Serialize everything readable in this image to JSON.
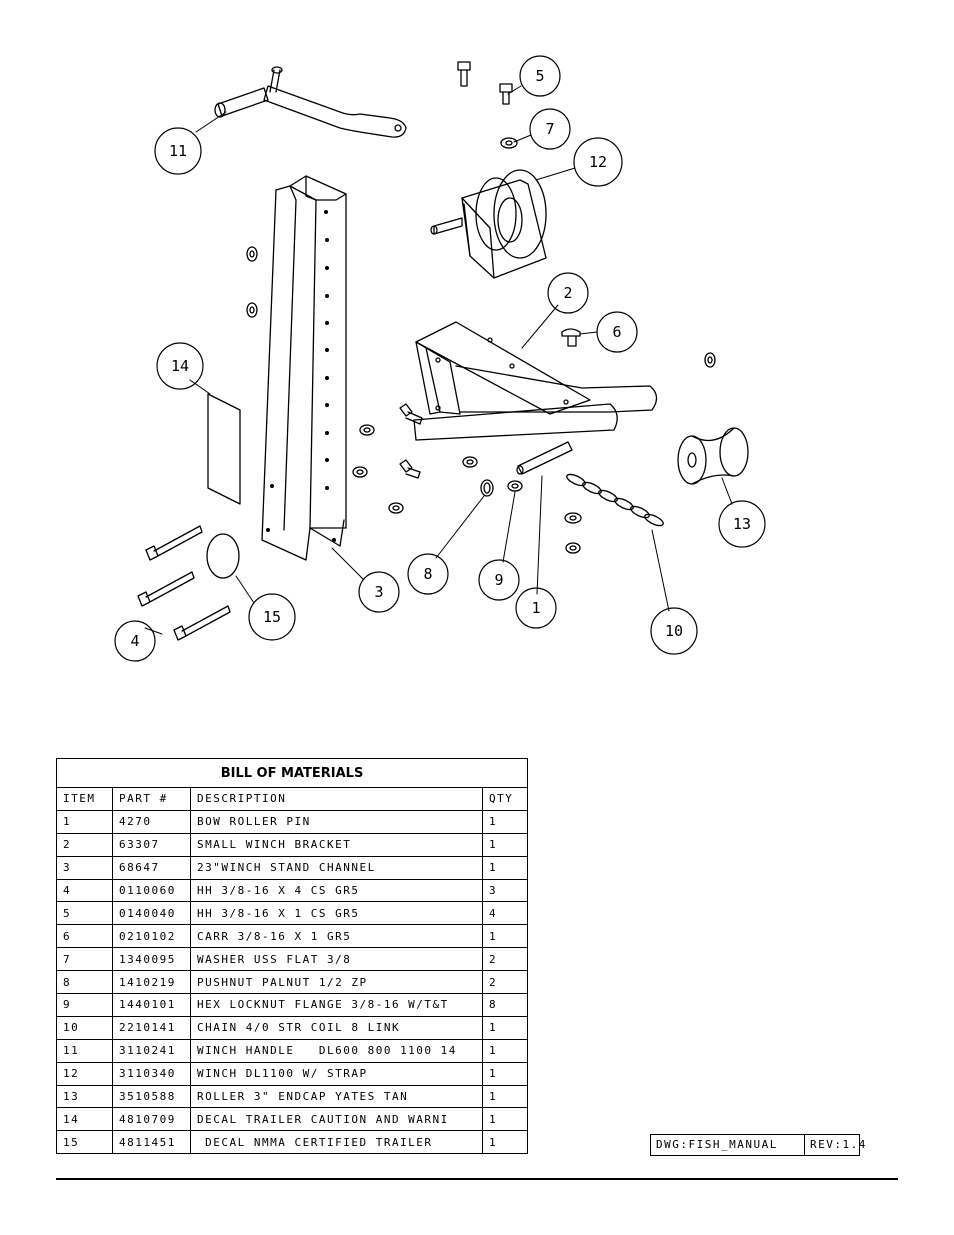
{
  "callouts": [
    "1",
    "2",
    "3",
    "4",
    "5",
    "6",
    "7",
    "8",
    "9",
    "10",
    "11",
    "12",
    "13",
    "14",
    "15"
  ],
  "bom": {
    "title": "BILL OF MATERIALS",
    "headers": [
      "ITEM",
      "PART #",
      "DESCRIPTION",
      "QTY"
    ],
    "rows": [
      {
        "item": "1",
        "part": "4270",
        "desc": "BOW ROLLER PIN",
        "qty": "1"
      },
      {
        "item": "2",
        "part": "63307",
        "desc": "SMALL WINCH BRACKET",
        "qty": "1"
      },
      {
        "item": "3",
        "part": "68647",
        "desc": "23\"WINCH STAND CHANNEL",
        "qty": "1"
      },
      {
        "item": "4",
        "part": "0110060",
        "desc": "HH 3/8-16 X 4 CS GR5",
        "qty": "3"
      },
      {
        "item": "5",
        "part": "0140040",
        "desc": "HH 3/8-16 X 1 CS GR5",
        "qty": "4"
      },
      {
        "item": "6",
        "part": "0210102",
        "desc": "CARR 3/8-16 X 1 GR5",
        "qty": "1"
      },
      {
        "item": "7",
        "part": "1340095",
        "desc": "WASHER USS FLAT 3/8",
        "qty": "2"
      },
      {
        "item": "8",
        "part": "1410219",
        "desc": "PUSHNUT PALNUT 1/2 ZP",
        "qty": "2"
      },
      {
        "item": "9",
        "part": "1440101",
        "desc": "HEX LOCKNUT FLANGE 3/8-16 W/T&T",
        "qty": "8"
      },
      {
        "item": "10",
        "part": "2210141",
        "desc": "CHAIN 4/0 STR COIL 8 LINK",
        "qty": "1"
      },
      {
        "item": "11",
        "part": "3110241",
        "desc": "WINCH HANDLE   DL600 800 1100 14",
        "qty": "1"
      },
      {
        "item": "12",
        "part": "3110340",
        "desc": "WINCH DL1100 W/ STRAP",
        "qty": "1"
      },
      {
        "item": "13",
        "part": "3510588",
        "desc": "ROLLER 3\" ENDCAP YATES TAN",
        "qty": "1"
      },
      {
        "item": "14",
        "part": "4810709",
        "desc": "DECAL TRAILER CAUTION AND WARNI",
        "qty": "1"
      },
      {
        "item": "15",
        "part": "4811451",
        "desc": " DECAL NMMA CERTIFIED TRAILER",
        "qty": "1"
      }
    ]
  },
  "title_block": {
    "dwg": "DWG:FISH_MANUAL",
    "rev": "REV:1.4"
  }
}
